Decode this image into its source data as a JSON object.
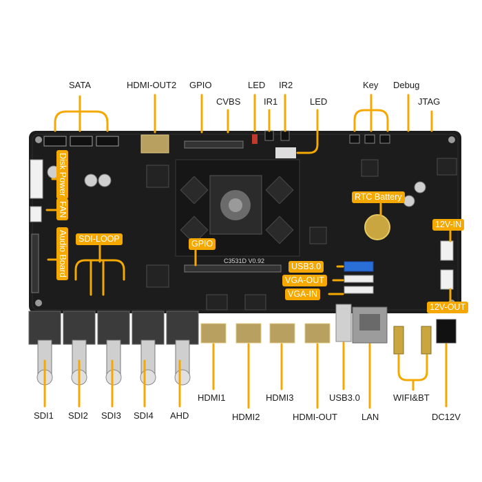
{
  "board": {
    "silkscreen": "C3531D V0.92",
    "colors": {
      "pcb": "#1c1c1c",
      "callout": "#f5a800",
      "text": "#1a1a1a"
    }
  },
  "top_labels": [
    "SATA",
    "HDMI-OUT2",
    "GPIO",
    "CVBS",
    "LED",
    "IR1",
    "IR2",
    "LED",
    "Key",
    "Debug",
    "JTAG"
  ],
  "bottom_labels": [
    "SDI1",
    "SDI2",
    "SDI3",
    "SDI4",
    "AHD",
    "HDMI1",
    "HDMI2",
    "HDMI3",
    "HDMI-OUT",
    "USB3.0",
    "LAN",
    "WIFI&BT",
    "DC12V"
  ],
  "on_board_tags": {
    "disk_power": "Disk Power",
    "fan": "FAN",
    "audio_board": "Audio Board",
    "sdi_loop": "SDI-LOOP",
    "gpio": "GPIO",
    "rtc_battery": "RTC Battery",
    "usb3": "USB3.0",
    "vga_out": "VGA-OUT",
    "vga_in": "VGA-IN",
    "in_12v": "12V-IN",
    "out_12v": "12V-OUT"
  }
}
